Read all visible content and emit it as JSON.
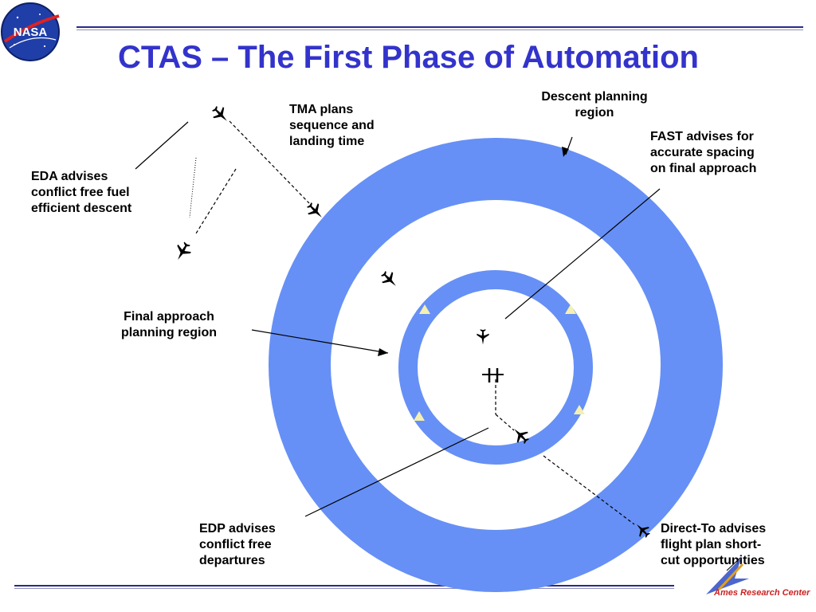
{
  "title": "CTAS – The First Phase of Automation",
  "logo": {
    "text": "NASA",
    "icon": "nasa-meatball-logo"
  },
  "footer_logo": {
    "text": "Ames Research Center",
    "icon": "ames-logo"
  },
  "labels": {
    "eda": "EDA advises\nconflict free fuel\nefficient descent",
    "tma": "TMA plans\nsequence and\nlanding time",
    "descent_region": "Descent planning\nregion",
    "fast": "FAST advises for\naccurate spacing\non final approach",
    "final_region": "Final approach\nplanning region",
    "edp": "EDP advises\nconflict free\ndepartures",
    "direct_to": "Direct-To advises\nflight plan short-\ncut opportunities"
  },
  "colors": {
    "title": "#3333cc",
    "ring": "#6690f5",
    "marker": "#f5f0b0",
    "rule": "#2a2a8a"
  }
}
